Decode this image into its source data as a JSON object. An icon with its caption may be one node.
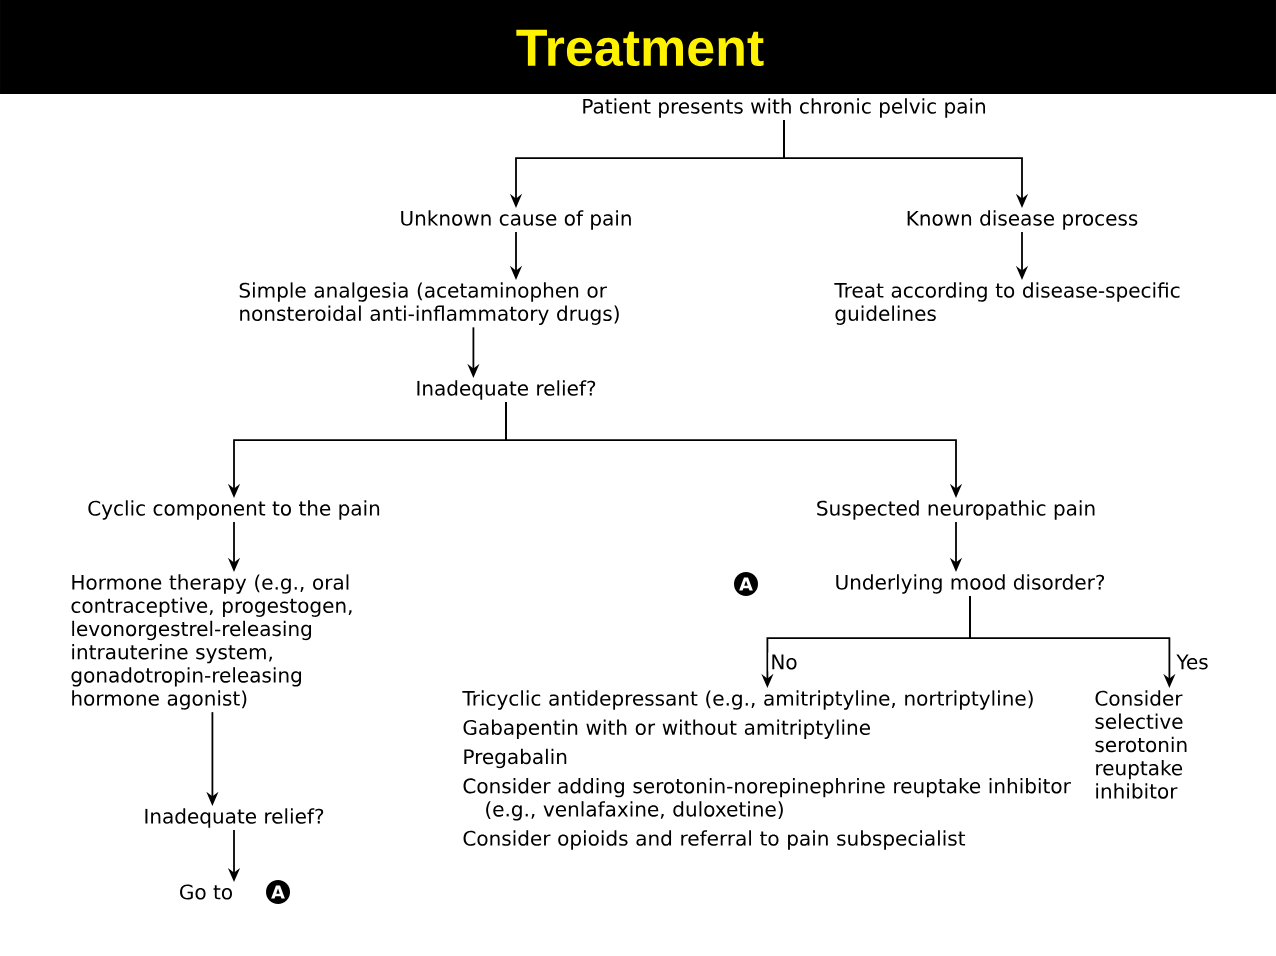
{
  "diagram": {
    "title": "Treatment",
    "nodes": [
      {
        "text": [
          "Patient presents with chronic pelvic pain"
        ]
      },
      {
        "text": [
          "Unknown cause of pain"
        ]
      },
      {
        "text": [
          "Known disease process"
        ]
      },
      {
        "text": [
          "Simple analgesia (acetaminophen or nonsteroidal anti-inflammatory drugs)"
        ]
      },
      {
        "text": [
          "Treat according to disease-specific guidelines"
        ]
      },
      {
        "text": [
          "Inadequate relief?"
        ]
      },
      {
        "text": [
          "Cyclic component to the pain"
        ]
      },
      {
        "text": [
          "Suspected neuropathic pain"
        ]
      },
      {
        "text": [
          "Hormone therapy (e.g., oral contraceptive, progestogen, levonorgestrel-releasing intrauterine system, gonadotropin-releasing hormone agonist)"
        ]
      },
      {
        "text": [
          "Underlying mood disorder?"
        ]
      },
      {
        "text": [
          "Tricyclic antidepressant (e.g., amitriptyline, nortriptyline)",
          "Gabapentin with or without amitriptyline",
          "Pregabalin",
          "Consider adding serotonin-norepinephrine reuptake inhibitor (e.g., venlafaxine, duloxetine)",
          "Consider opioids and referral to pain subspecialist"
        ]
      },
      {
        "text": [
          "Consider selective serotonin reuptake inhibitor"
        ]
      },
      {
        "text": [
          "Inadequate relief?"
        ]
      },
      {
        "text": [
          "Go to"
        ]
      }
    ],
    "edges": [
      {
        "from": 0,
        "to": 1,
        "arrow": "to"
      },
      {
        "from": 0,
        "to": 2,
        "arrow": "to"
      },
      {
        "from": 1,
        "to": 3,
        "arrow": "to"
      },
      {
        "from": 2,
        "to": 4,
        "arrow": "to"
      },
      {
        "from": 3,
        "to": 5,
        "arrow": "to"
      },
      {
        "from": 5,
        "to": 6,
        "arrow": "to"
      },
      {
        "from": 5,
        "to": 7,
        "arrow": "to"
      },
      {
        "from": 6,
        "to": 8,
        "arrow": "to"
      },
      {
        "from": 7,
        "to": 9,
        "arrow": "to"
      },
      {
        "from": 9,
        "to": 10,
        "label": "No",
        "arrow": "to"
      },
      {
        "from": 9,
        "to": 11,
        "label": "Yes",
        "arrow": "to"
      },
      {
        "from": 8,
        "to": 12,
        "arrow": "to"
      },
      {
        "from": 12,
        "to": 13,
        "arrow": "to"
      }
    ],
    "labels": [
      "A",
      "A"
    ]
  }
}
